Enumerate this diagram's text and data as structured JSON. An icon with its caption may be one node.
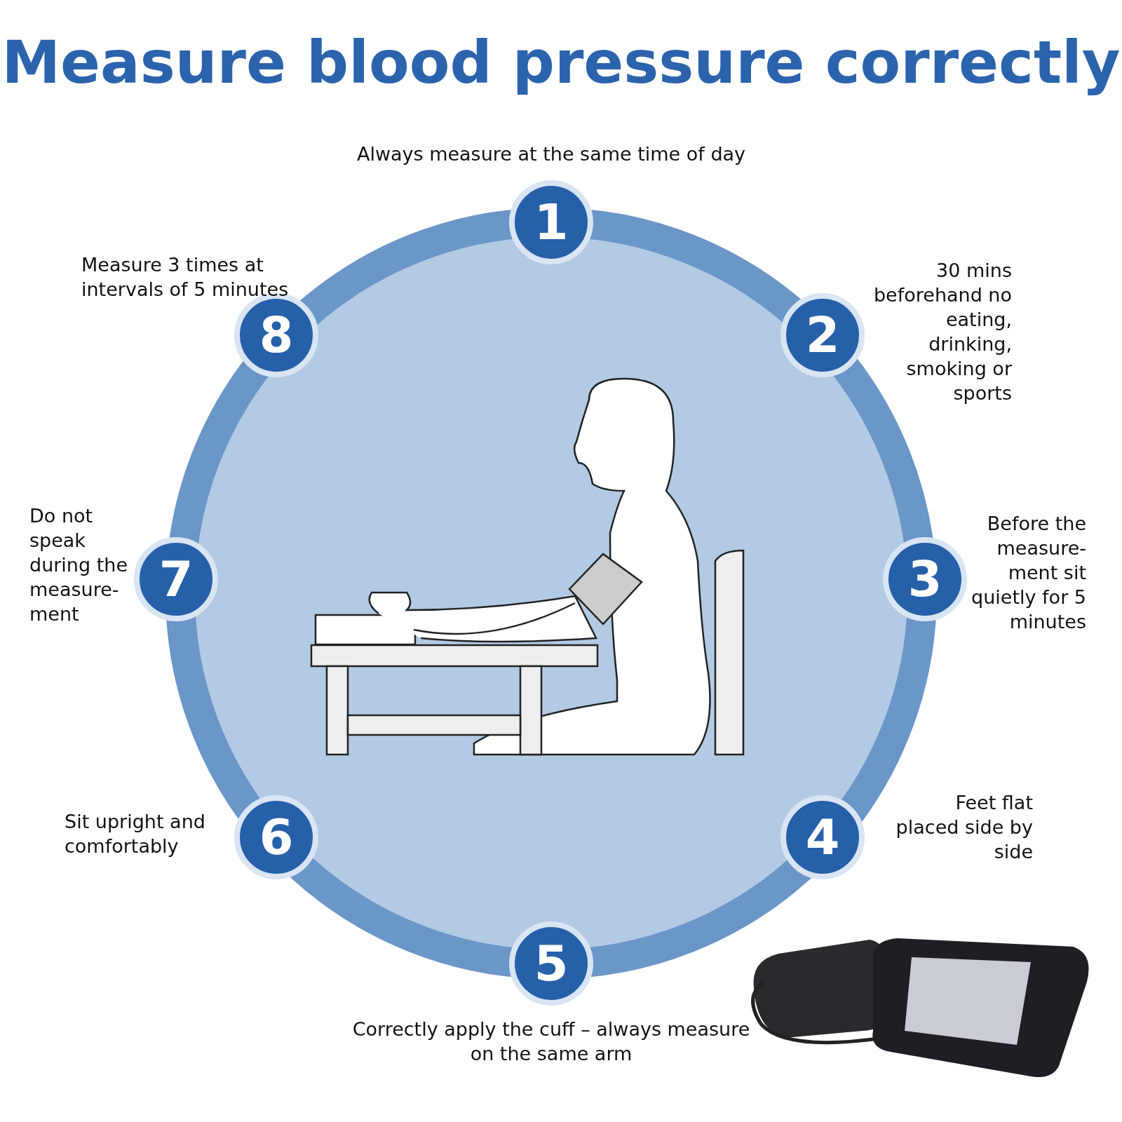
{
  "diagram": {
    "title": "Measure blood pressure correctly",
    "nodes": [
      {
        "text": [
          "1"
        ],
        "beside": [
          "Always measure at the same time of day"
        ]
      },
      {
        "text": [
          "2"
        ],
        "beside": [
          "30 mins beforehand no eating, drinking, smoking or sports"
        ]
      },
      {
        "text": [
          "3"
        ],
        "beside": [
          "Before the measure- ment sit quietly for 5 minutes"
        ]
      },
      {
        "text": [
          "4"
        ],
        "beside": [
          "Feet flat placed side by side"
        ]
      },
      {
        "text": [
          "5"
        ],
        "beside": [
          "Correctly apply the cuff – always measure on the same arm"
        ]
      },
      {
        "text": [
          "6"
        ],
        "beside": [
          "Sit upright and comfortably"
        ]
      },
      {
        "text": [
          "7"
        ],
        "beside": [
          "Do not speak during the measure- ment"
        ]
      },
      {
        "text": [
          "8"
        ],
        "beside": [
          "Measure 3 times at intervals of 5 minutes"
        ]
      }
    ]
  }
}
